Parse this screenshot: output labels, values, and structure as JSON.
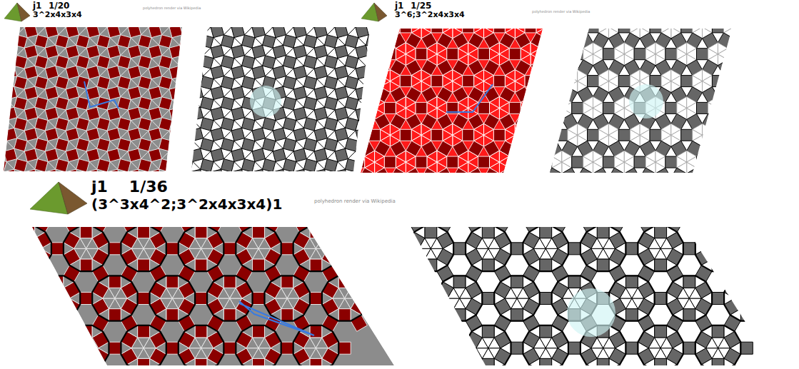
{
  "diagram": {
    "labels": [
      "j1",
      "1/20",
      "3^2x4x3x4",
      "polyhedron render via Wikipedia",
      "j1",
      "1/25",
      "3^6;3^2x4x3x4",
      "polyhedron render via Wikipedia",
      "j1",
      "1/36",
      "(3^3x4^2;3^2x4x3x4)1",
      "polyhedron render via Wikipedia"
    ]
  }
}
